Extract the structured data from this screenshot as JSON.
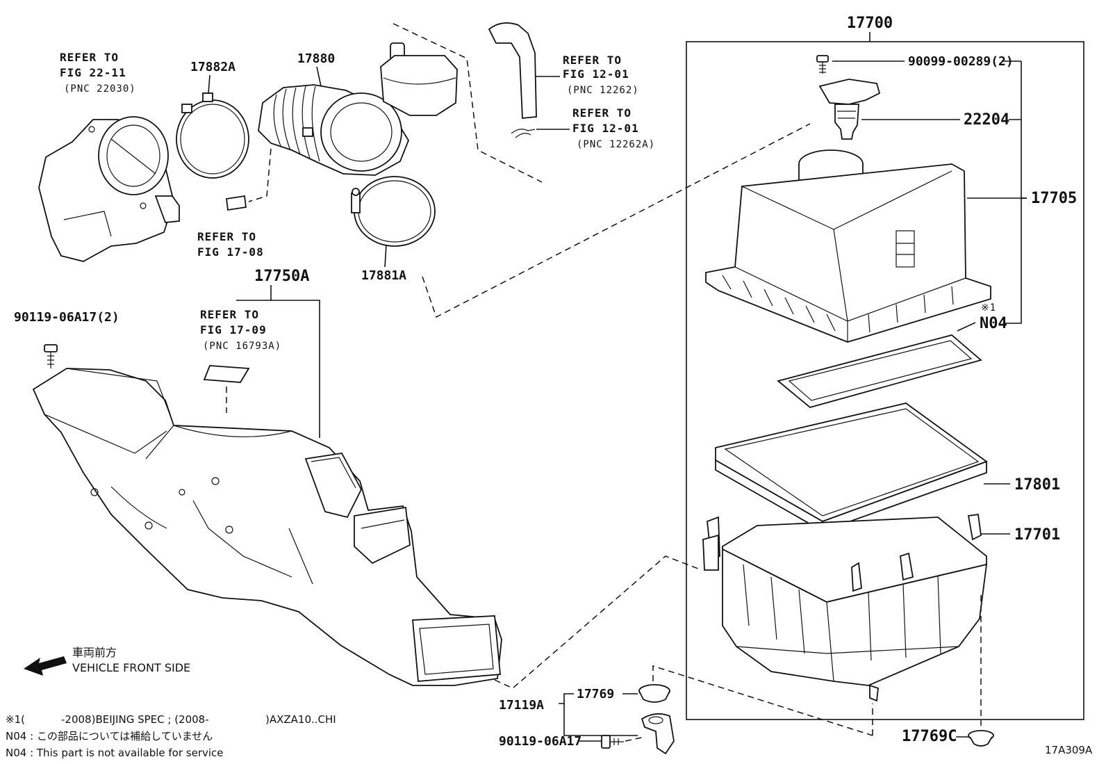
{
  "diagram": {
    "figure_id": "17A309A",
    "parts": {
      "assy": "17700",
      "cap": "17705",
      "element": "17801",
      "case": "17701",
      "bolt_top": "90099-00289(2)",
      "sensor": "22204",
      "n04": "N04",
      "mark1": "※1",
      "hose": "17880",
      "clamp_a": "17882A",
      "clamp_b": "17881A",
      "inlet": "17750A",
      "bolt_left": "90119-06A17(2)",
      "bracket": "17119A",
      "grommet": "17769",
      "grommet_c": "17769C",
      "bolt_bottom": "90119-06A17"
    },
    "refs": {
      "throttle": {
        "line1": "REFER TO",
        "line2": "FIG 22-11",
        "pnc": "(PNC 22030)"
      },
      "hose_top": {
        "line1": "REFER TO",
        "line2": "FIG 12-01",
        "pnc": "(PNC 12262)"
      },
      "clip": {
        "line1": "REFER TO",
        "line2": "FIG 12-01",
        "pnc": "(PNC 12262A)"
      },
      "pipe": {
        "line1": "REFER TO",
        "line2": "FIG 17-08"
      },
      "label": {
        "line1": "REFER TO",
        "line2": "FIG 17-09",
        "pnc": "(PNC 16793A)"
      }
    },
    "direction": {
      "jp": "車両前方",
      "en": "VEHICLE FRONT SIDE"
    },
    "notes": {
      "n1_mark": "※1(",
      "n1_a": "-2008)BEIJING SPEC ; (2008-",
      "n1_b": ")AXZA10..CHI",
      "n2": "N04 : この部品については補給していません",
      "n3": "N04 : This part is not available for service"
    }
  }
}
